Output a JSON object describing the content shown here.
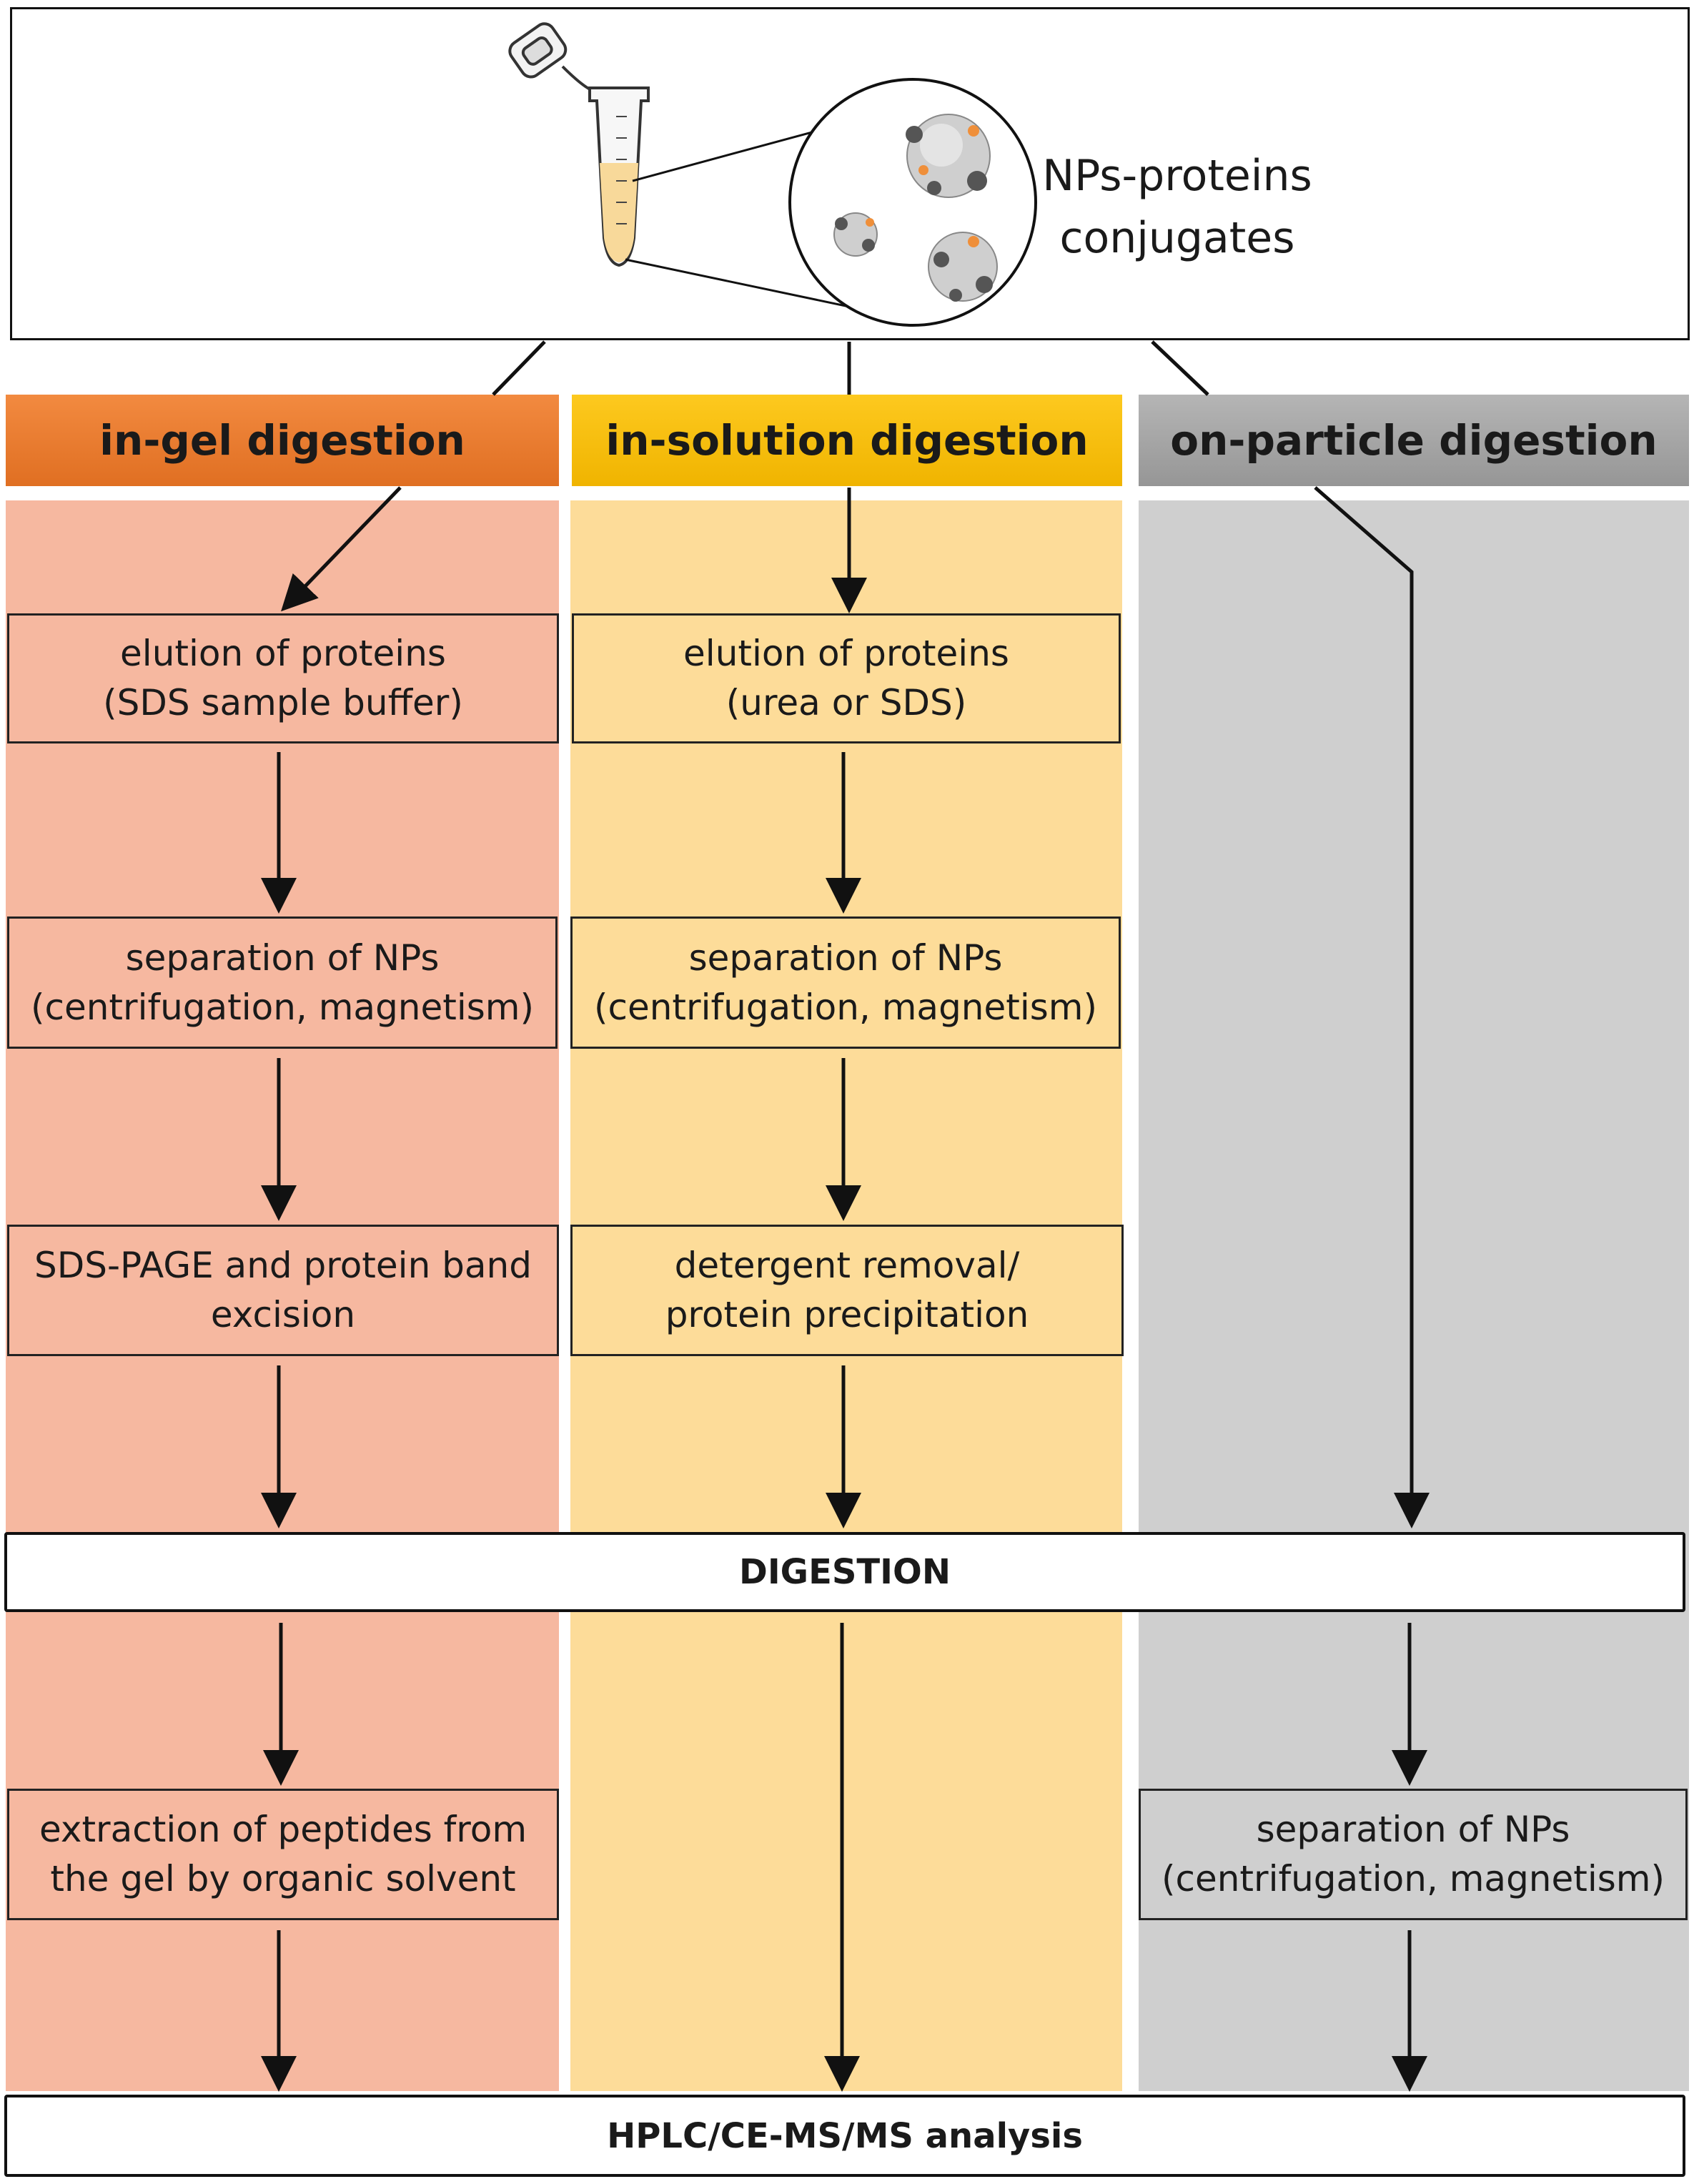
{
  "top": {
    "caption_line1": "NPs-proteins",
    "caption_line2": "conjugates",
    "tube_icon": "microcentrifuge-tube-icon",
    "nanoparticle_icon": "nanoparticle-protein-conjugate-icon"
  },
  "lanes": [
    {
      "title": "in-gel digestion",
      "header_color": "#ee7d31",
      "body_color": "#f6b8a0",
      "steps_before_digestion": [
        [
          "elution of proteins",
          "(SDS sample buffer)"
        ],
        [
          "separation of NPs",
          "(centrifugation, magnetism)"
        ],
        [
          "SDS-PAGE and protein band",
          "excision"
        ]
      ],
      "steps_after_digestion": [
        [
          "extraction of peptides from",
          "the gel by organic solvent"
        ]
      ]
    },
    {
      "title": "in-solution digestion",
      "header_color": "#fcc10f",
      "body_color": "#fddc99",
      "steps_before_digestion": [
        [
          "elution of proteins",
          "(urea or SDS)"
        ],
        [
          "separation of NPs",
          "(centrifugation, magnetism)"
        ],
        [
          "detergent removal/",
          "protein precipitation"
        ]
      ],
      "steps_after_digestion": []
    },
    {
      "title": "on-particle digestion",
      "header_color": "#a6a6a6",
      "body_color": "#cfcfcf",
      "steps_before_digestion": [],
      "steps_after_digestion": [
        [
          "separation of NPs",
          "(centrifugation, magnetism)"
        ]
      ]
    }
  ],
  "digestion_label": "DIGESTION",
  "analysis_label": "HPLC/CE-MS/MS analysis"
}
